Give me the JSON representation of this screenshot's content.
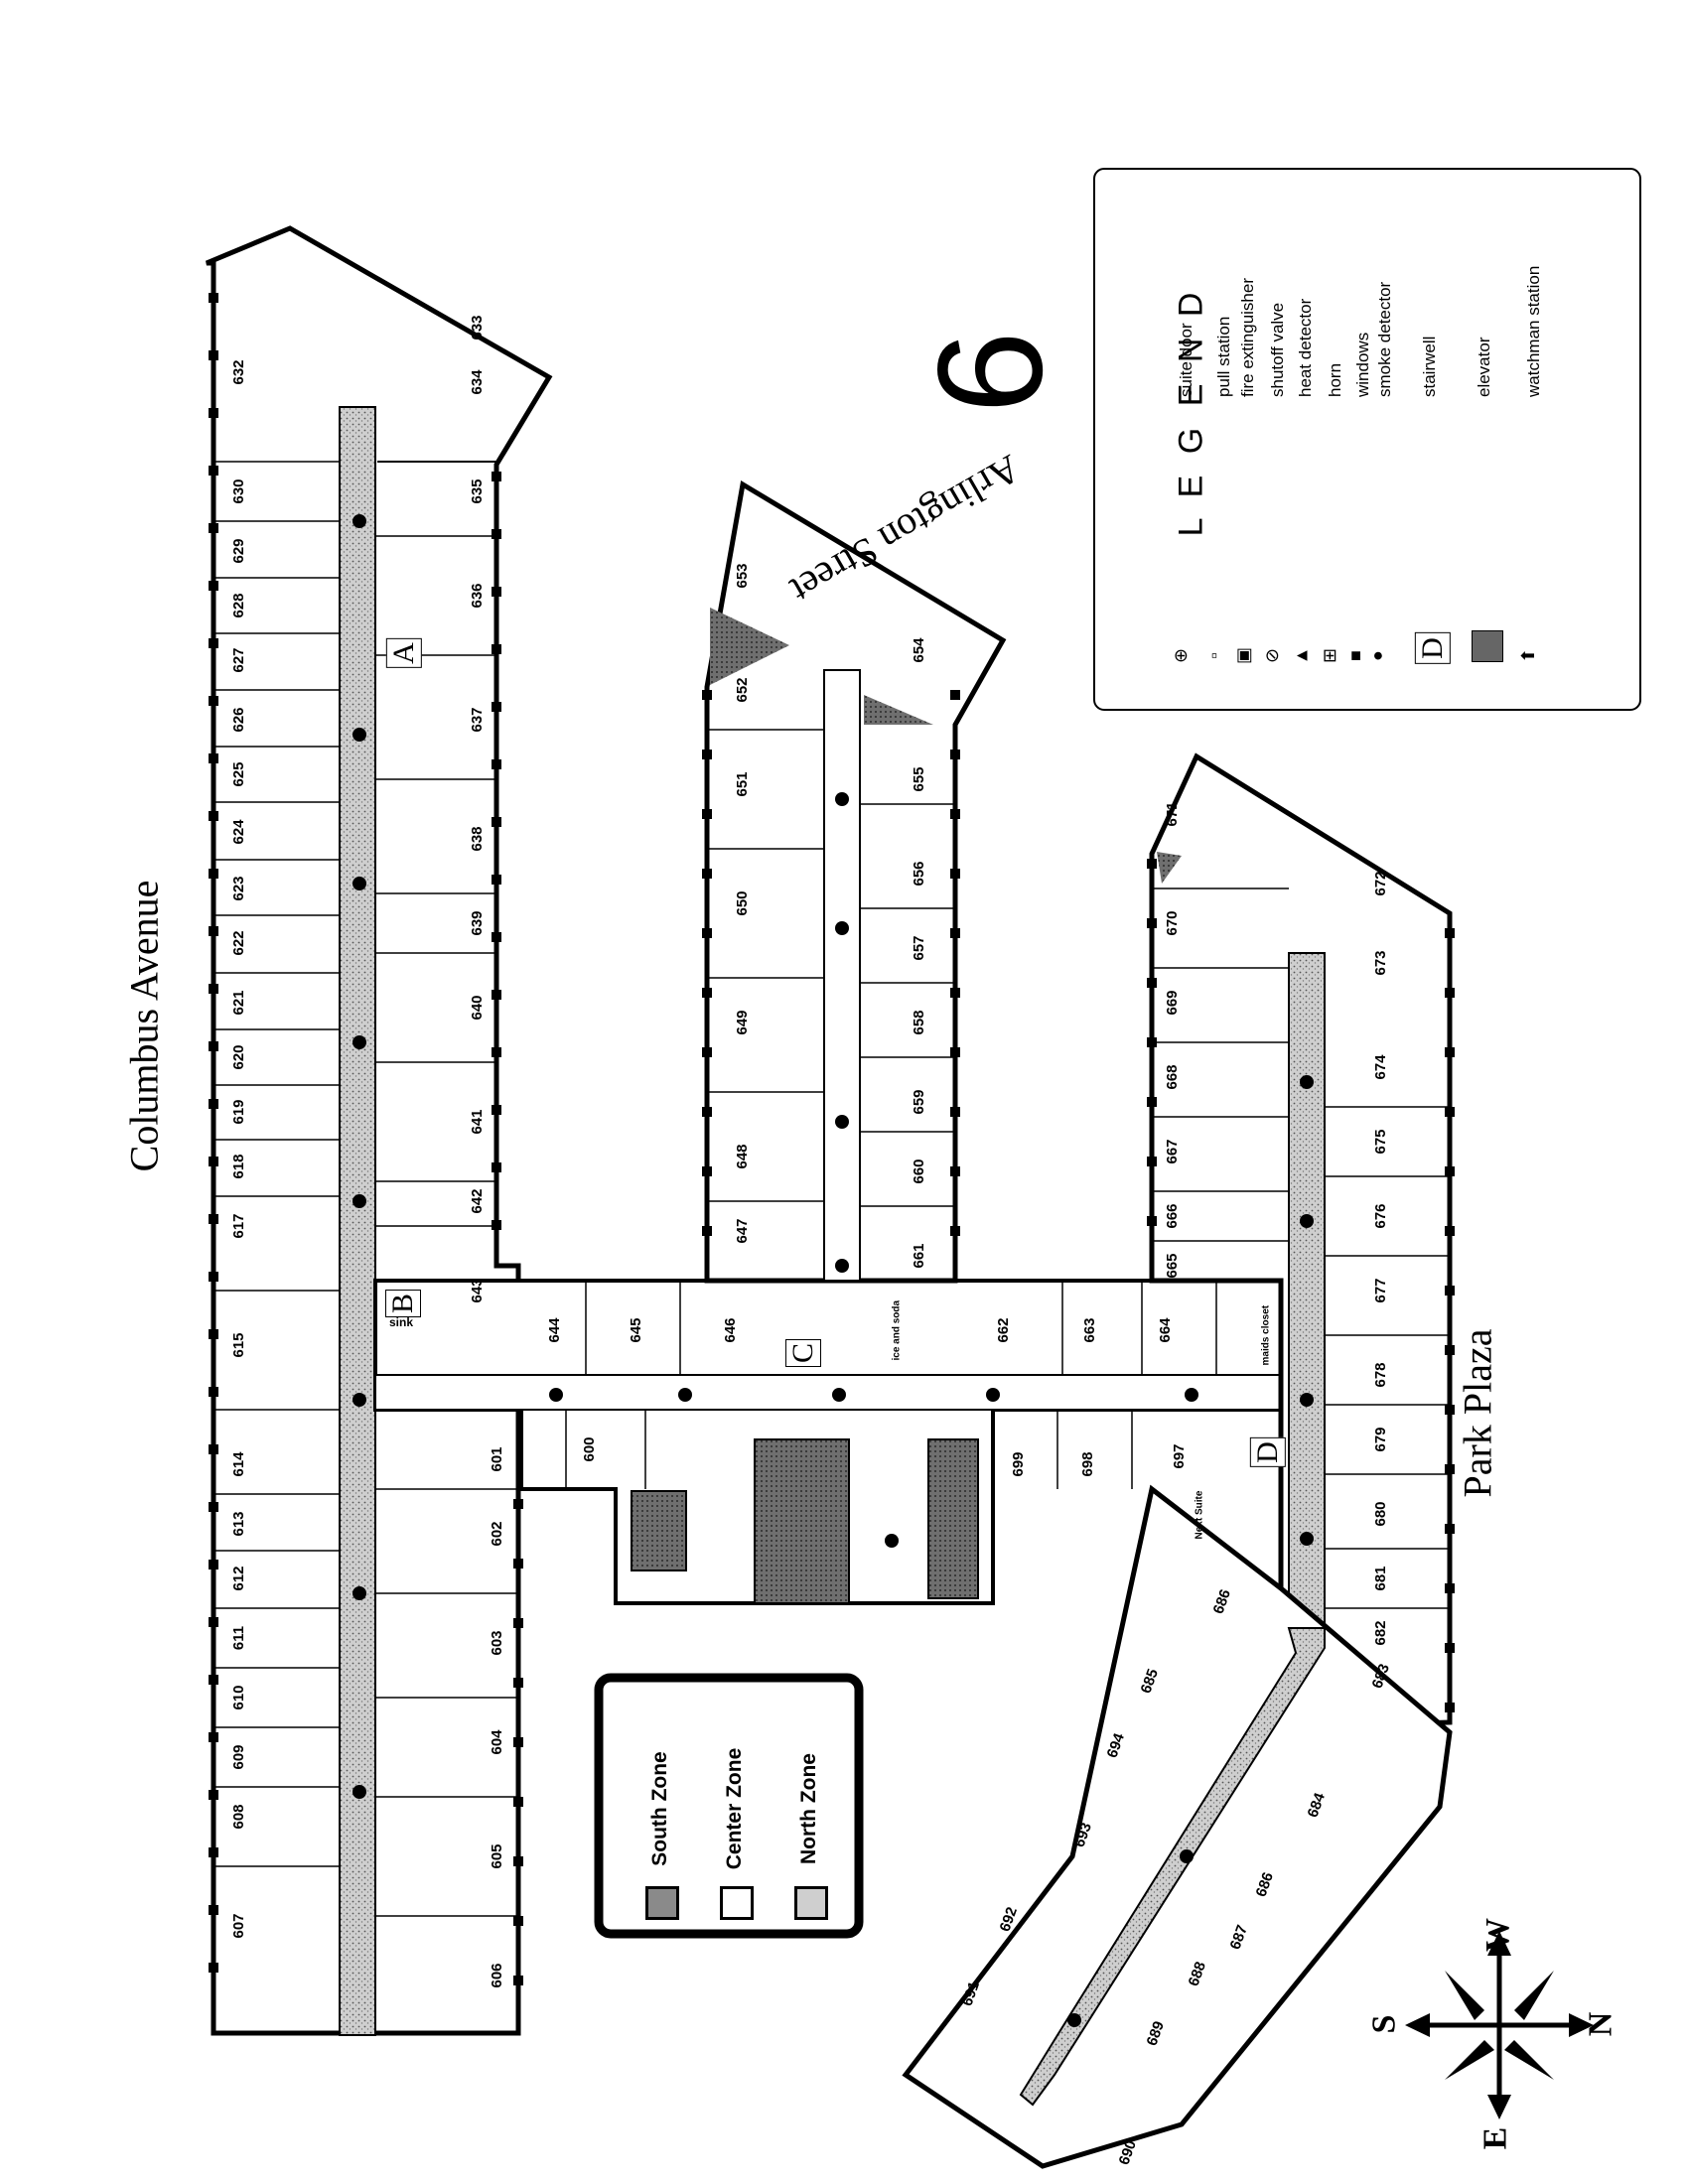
{
  "floor_number": "6",
  "streets": {
    "columbus": "Columbus Avenue",
    "arlington": "Arlington Street",
    "park_plaza": "Park Plaza"
  },
  "legend": {
    "title": "L E G E N D",
    "items": [
      {
        "label": "suite door",
        "icon": "suite-door-icon"
      },
      {
        "label": "pull station",
        "icon": "pull-station-icon"
      },
      {
        "label": "fire extinguisher",
        "icon": "fire-extinguisher-icon"
      },
      {
        "label": "shutoff valve",
        "icon": "shutoff-valve-icon"
      },
      {
        "label": "heat detector",
        "icon": "heat-detector-icon"
      },
      {
        "label": "horn",
        "icon": "horn-icon"
      },
      {
        "label": "windows",
        "icon": "windows-icon"
      },
      {
        "label": "smoke detector",
        "icon": "smoke-detector-icon"
      },
      {
        "label": "stairwell",
        "icon": "stairwell-icon"
      },
      {
        "label": "elevator",
        "icon": "elevator-icon"
      },
      {
        "label": "watchman station",
        "icon": "watchman-station-icon"
      }
    ],
    "stairwell_letter": "D"
  },
  "zones": [
    {
      "label": "South Zone",
      "fill": "#8a8a8a"
    },
    {
      "label": "Center Zone",
      "fill": "#ffffff"
    },
    {
      "label": "North Zone",
      "fill": "#cfcfcf"
    }
  ],
  "compass": {
    "w": "W",
    "n": "N",
    "s": "S",
    "e": "E"
  },
  "labels": {
    "sink": "sink",
    "ice_and_soda": "ice and soda",
    "maids_closet": "maids closet",
    "next_suite": "Next Suite",
    "stair_a": "A",
    "stair_b": "B",
    "stair_c": "C",
    "stair_d": "D"
  },
  "rooms": {
    "west_outer": [
      "632",
      "630",
      "629",
      "628",
      "627",
      "626",
      "625",
      "624",
      "623",
      "622",
      "621",
      "620",
      "619",
      "618",
      "617",
      "615",
      "614",
      "613",
      "612",
      "611",
      "610",
      "609",
      "608",
      "607"
    ],
    "west_inner": [
      "633",
      "634",
      "635",
      "636",
      "637",
      "638",
      "639",
      "640",
      "641",
      "642",
      "643",
      "601",
      "602",
      "603",
      "604",
      "605",
      "606"
    ],
    "center_wing_left": [
      "653",
      "652",
      "651",
      "650",
      "649",
      "648",
      "647"
    ],
    "center_wing_right": [
      "654",
      "655",
      "656",
      "657",
      "658",
      "659",
      "660",
      "661"
    ],
    "center_cross": [
      "644",
      "645",
      "646",
      "600",
      "662",
      "663",
      "664",
      "699",
      "698",
      "697"
    ],
    "east_inner": [
      "671",
      "670",
      "669",
      "668",
      "667",
      "666",
      "665"
    ],
    "east_outer": [
      "672",
      "673",
      "674",
      "675",
      "676",
      "677",
      "678",
      "679",
      "680",
      "681",
      "682"
    ],
    "diagonal": [
      "686",
      "683",
      "685",
      "684",
      "693",
      "692",
      "691",
      "690",
      "689",
      "688",
      "687",
      "694",
      "686b"
    ]
  },
  "room_display": {
    "686b": "686"
  }
}
